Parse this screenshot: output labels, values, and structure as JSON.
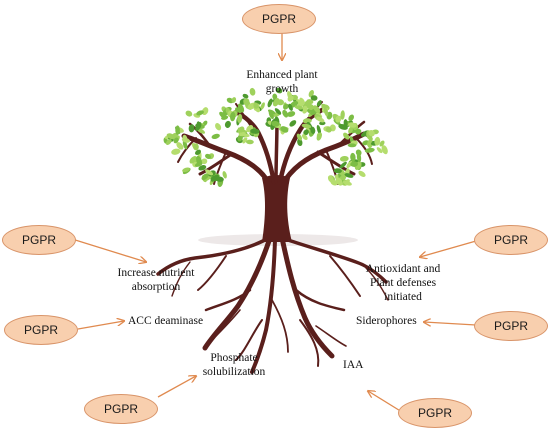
{
  "bubbles": {
    "top": "PGPR",
    "left_upper": "PGPR",
    "left_middle": "PGPR",
    "bottom_left": "PGPR",
    "right_upper": "PGPR",
    "right_middle": "PGPR",
    "bottom_right": "PGPR"
  },
  "labels": {
    "growth_1": "Enhanced plant",
    "growth_2": "growth",
    "nutrient_1": "Increase nutrient",
    "nutrient_2": "absorption",
    "acc": "ACC deaminase",
    "phosphate_1": "Phosphate",
    "phosphate_2": "solubilization",
    "antioxidant_1": "Antioxidant and",
    "antioxidant_2": "Plant defenses",
    "antioxidant_3": "initiated",
    "siderophores": "Siderophores",
    "iaa": "IAA"
  },
  "colors": {
    "bubble_fill": "#f8cfae",
    "bubble_border": "#d9956a",
    "arrow": "#e08a4f",
    "trunk": "#5a1f1c",
    "leaf_light": "#9fd15c",
    "leaf_dark": "#4e9a2f"
  }
}
